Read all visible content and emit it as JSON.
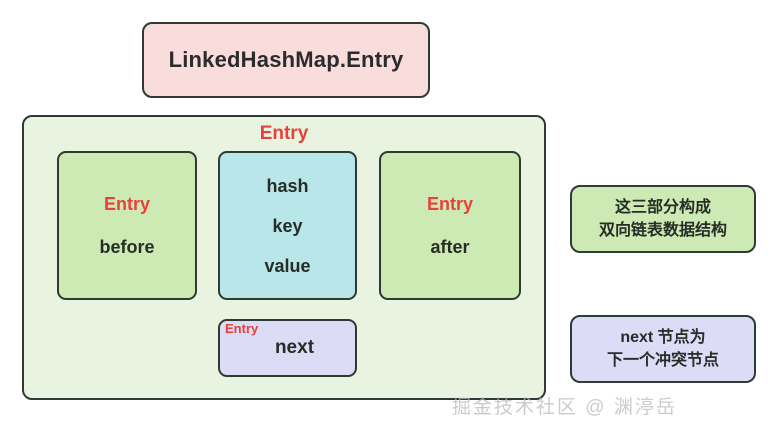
{
  "title_box": {
    "label": "LinkedHashMap.Entry"
  },
  "entry_container": {
    "label": "Entry",
    "fields": [
      {
        "entry_label": "Entry",
        "name": "before"
      },
      {
        "names": [
          "hash",
          "key",
          "value"
        ]
      },
      {
        "entry_label": "Entry",
        "name": "after"
      }
    ],
    "next_field": {
      "entry_label": "Entry",
      "name": "next"
    }
  },
  "notes": [
    {
      "line1": "这三部分构成",
      "line2": "双向链表数据结构"
    },
    {
      "line1": "next 节点为",
      "line2": "下一个冲突节点"
    }
  ],
  "watermark": {
    "text": "掘金技术社区 @ 渊渟岳"
  },
  "colors": {
    "title_box_fill": "#f9dcdc",
    "container_fill": "#e9f4e0",
    "green_fill": "#cdeab4",
    "blue_fill": "#b9e6e9",
    "purple_fill": "#dcdcf6",
    "entry_label": "#e8413a",
    "stroke": "#2e3a33",
    "text": "#262d26"
  }
}
